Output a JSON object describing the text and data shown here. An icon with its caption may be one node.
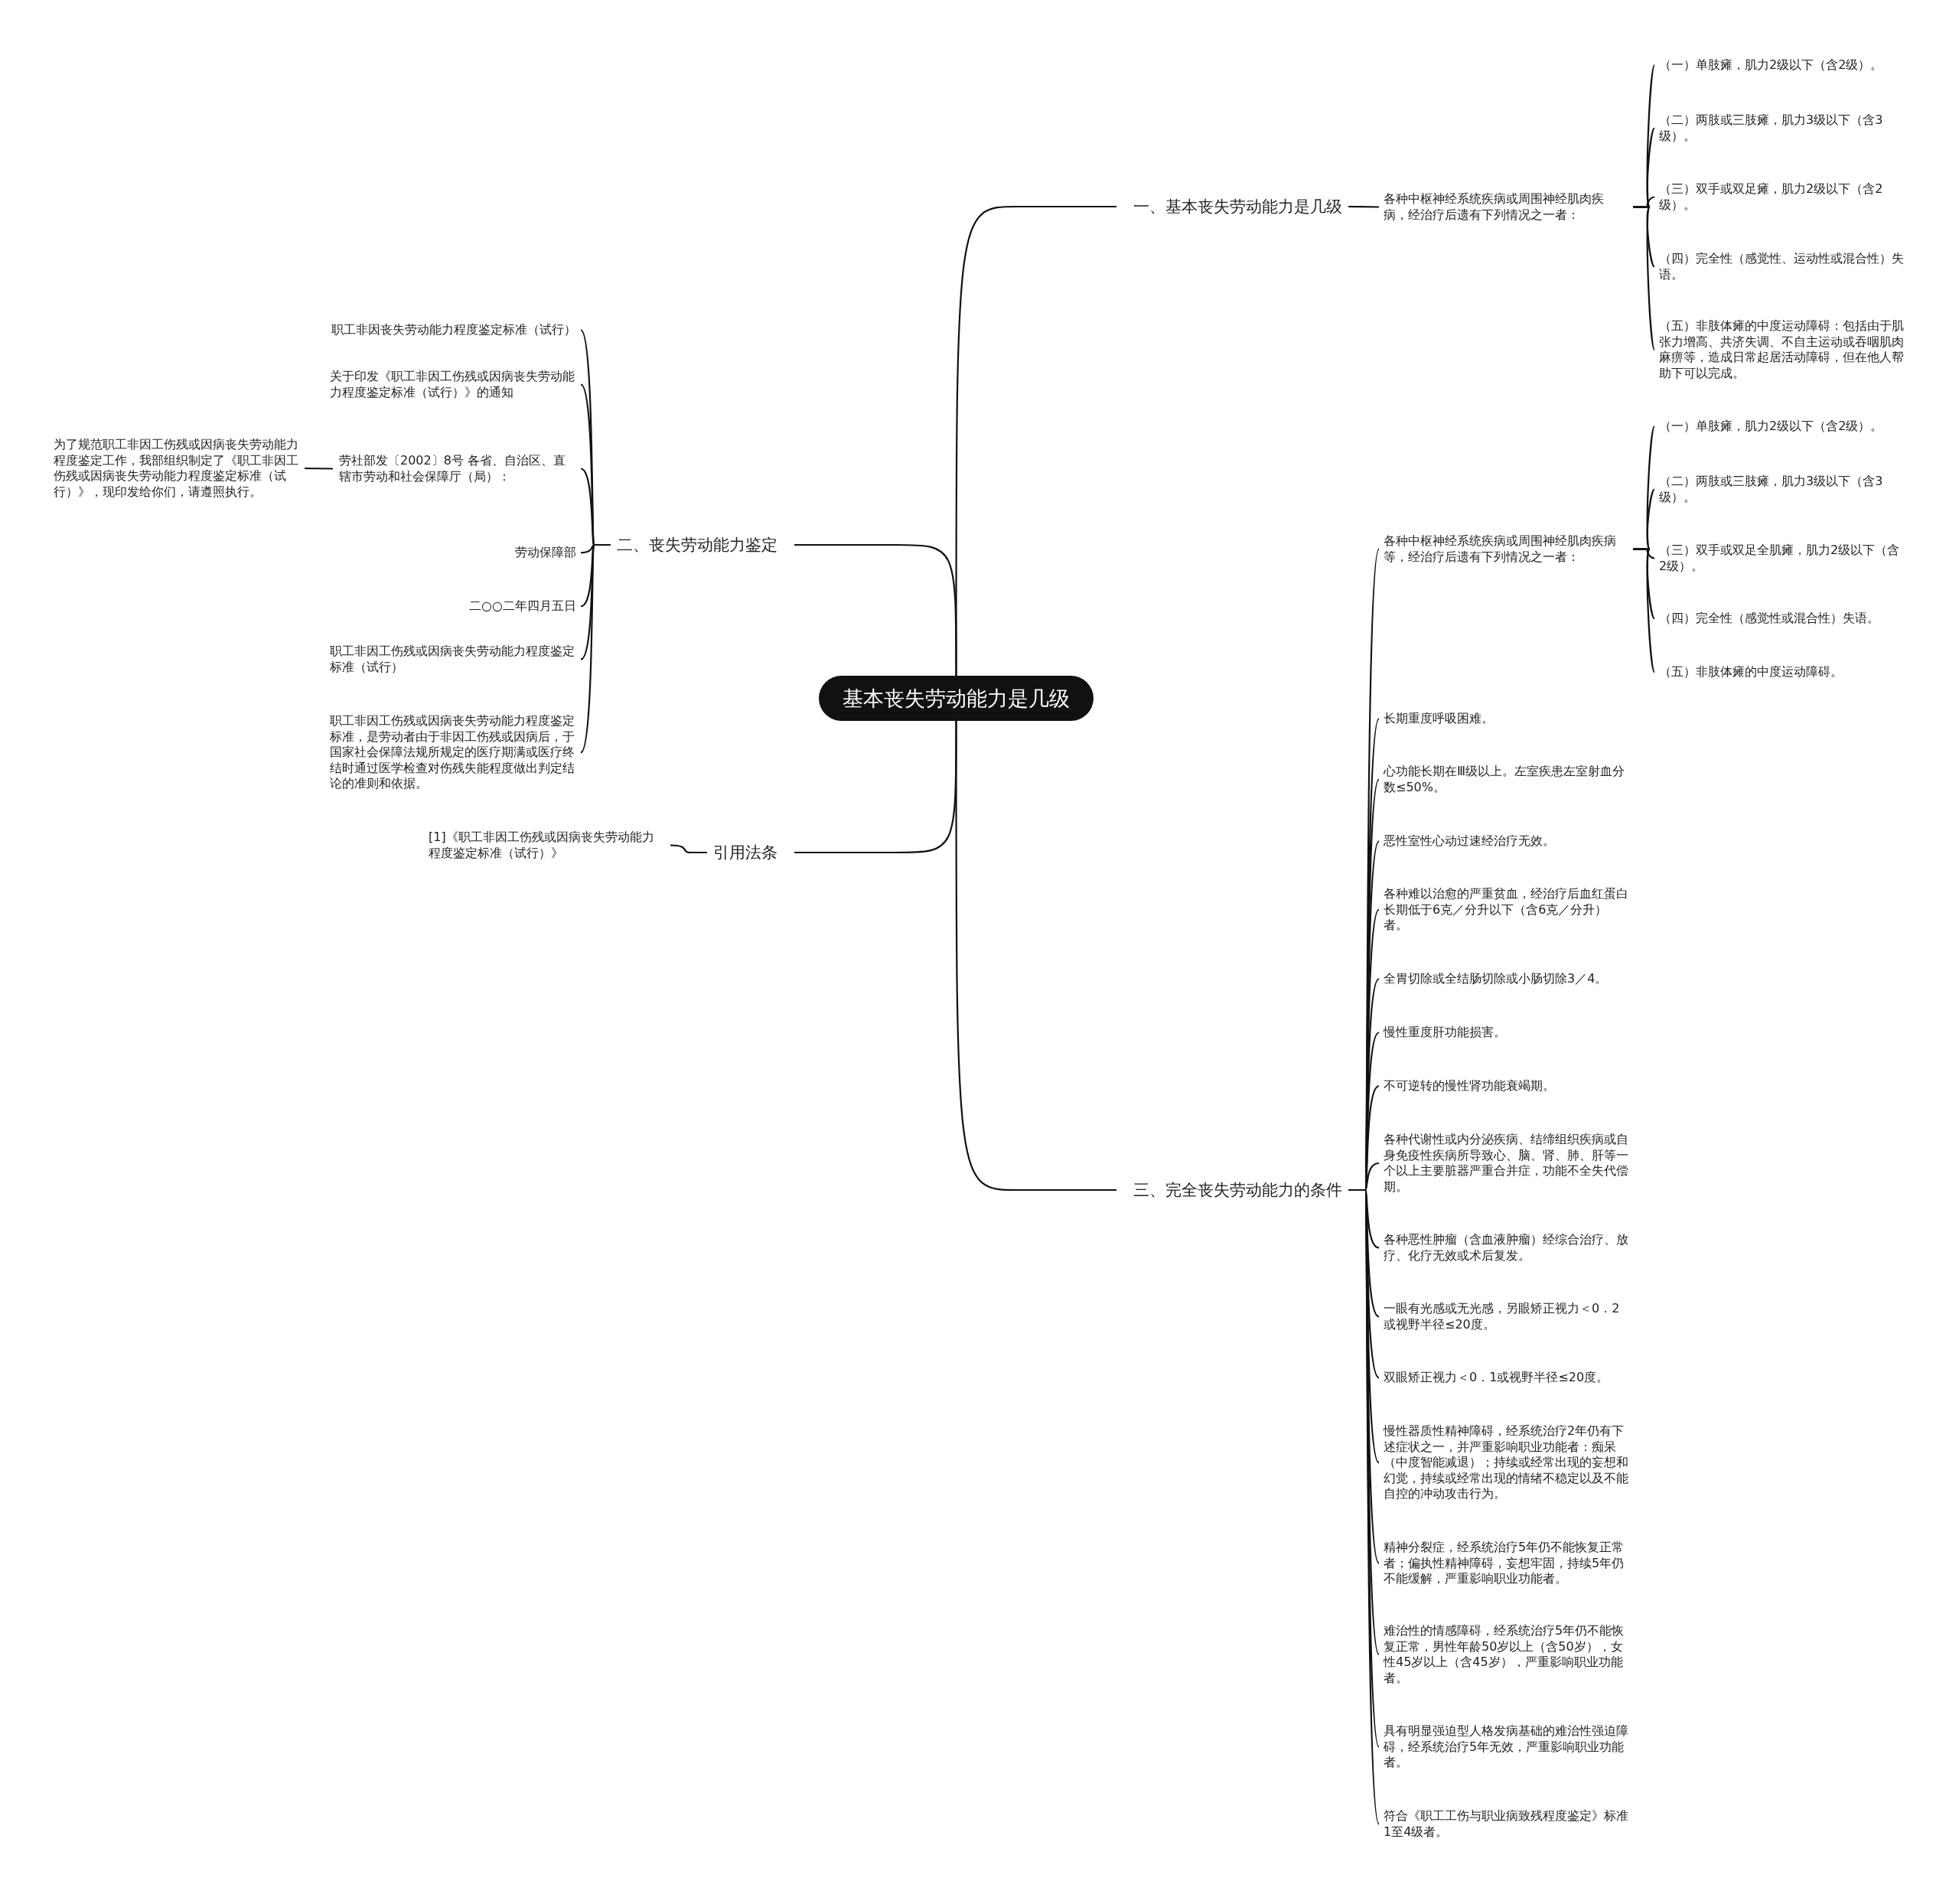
{
  "diagram": {
    "nodes": [
      {
        "text": [
          "基本丧失劳动能力是几级"
        ]
      },
      {
        "text": [
          "一、基本丧失劳动能力是几级"
        ]
      },
      {
        "text": [
          "各种中枢神经系统疾病或周围神经肌肉疾病，经治疗后遗有下列情况之一者："
        ]
      },
      {
        "text": [
          "（一）单肢瘫，肌力2级以下（含2级）。"
        ]
      },
      {
        "text": [
          "（二）两肢或三肢瘫，肌力3级以下（含3级）。"
        ]
      },
      {
        "text": [
          "（三）双手或双足瘫，肌力2级以下（含2级）。"
        ]
      },
      {
        "text": [
          "（四）完全性（感觉性、运动性或混合性）失语。"
        ]
      },
      {
        "text": [
          "（五）非肢体瘫的中度运动障碍：包括由于肌张力增高、共济失调、不自主运动或吞咽肌肉麻痹等，造成日常起居活动障碍，但在他人帮助下可以完成。"
        ]
      },
      {
        "text": [
          "三、完全丧失劳动能力的条件"
        ]
      },
      {
        "text": [
          "各种中枢神经系统疾病或周围神经肌肉疾病等，经治疗后遗有下列情况之一者："
        ]
      },
      {
        "text": [
          "（一）单肢瘫，肌力2级以下（含2级）。"
        ]
      },
      {
        "text": [
          "（二）两肢或三肢瘫，肌力3级以下（含3级）。"
        ]
      },
      {
        "text": [
          "（三）双手或双足全肌瘫，肌力2级以下（含2级）。"
        ]
      },
      {
        "text": [
          "（四）完全性（感觉性或混合性）失语。"
        ]
      },
      {
        "text": [
          "（五）非肢体瘫的中度运动障碍。"
        ]
      },
      {
        "text": [
          "长期重度呼吸困难。"
        ]
      },
      {
        "text": [
          "心功能长期在Ⅲ级以上。左室疾患左室射血分数≤50%。"
        ]
      },
      {
        "text": [
          "恶性室性心动过速经治疗无效。"
        ]
      },
      {
        "text": [
          "各种难以治愈的严重贫血，经治疗后血红蛋白长期低于6克／分升以下（含6克／分升）者。"
        ]
      },
      {
        "text": [
          "全胃切除或全结肠切除或小肠切除3／4。"
        ]
      },
      {
        "text": [
          "慢性重度肝功能损害。"
        ]
      },
      {
        "text": [
          "不可逆转的慢性肾功能衰竭期。"
        ]
      },
      {
        "text": [
          "各种代谢性或内分泌疾病、结缔组织疾病或自身免疫性疾病所导致心、脑、肾、肺、肝等一个以上主要脏器严重合并症，功能不全失代偿期。"
        ]
      },
      {
        "text": [
          "各种恶性肿瘤（含血液肿瘤）经综合治疗、放疗、化疗无效或术后复发。"
        ]
      },
      {
        "text": [
          "一眼有光感或无光感，另眼矫正视力＜0．2或视野半径≤20度。"
        ]
      },
      {
        "text": [
          "双眼矫正视力＜0．1或视野半径≤20度。"
        ]
      },
      {
        "text": [
          "慢性器质性精神障碍，经系统治疗2年仍有下述症状之一，并严重影响职业功能者：痴呆（中度智能减退）；持续或经常出现的妄想和幻觉，持续或经常出现的情绪不稳定以及不能自控的冲动攻击行为。"
        ]
      },
      {
        "text": [
          "精神分裂症，经系统治疗5年仍不能恢复正常者；偏执性精神障碍，妄想牢固，持续5年仍不能缓解，严重影响职业功能者。"
        ]
      },
      {
        "text": [
          "难治性的情感障碍，经系统治疗5年仍不能恢复正常，男性年龄50岁以上（含50岁），女性45岁以上（含45岁），严重影响职业功能者。"
        ]
      },
      {
        "text": [
          "具有明显强迫型人格发病基础的难治性强迫障碍，经系统治疗5年无效，严重影响职业功能者。"
        ]
      },
      {
        "text": [
          "符合《职工工伤与职业病致残程度鉴定》标准1至4级者。"
        ]
      },
      {
        "text": [
          "二、丧失劳动能力鉴定"
        ]
      },
      {
        "text": [
          "职工非因丧失劳动能力程度鉴定标准（试行）"
        ]
      },
      {
        "text": [
          "关于印发《职工非因工伤残或因病丧失劳动能力程度鉴定标准（试行）》的通知"
        ]
      },
      {
        "text": [
          "劳社部发〔2002〕8号 各省、自治区、直辖市劳动和社会保障厅（局）："
        ]
      },
      {
        "text": [
          "为了规范职工非因工伤残或因病丧失劳动能力程度鉴定工作，我部组织制定了《职工非因工伤残或因病丧失劳动能力程度鉴定标准（试行）》，现印发给你们，请遵照执行。"
        ]
      },
      {
        "text": [
          "劳动保障部"
        ]
      },
      {
        "text": [
          "二○○二年四月五日"
        ]
      },
      {
        "text": [
          "职工非因工伤残或因病丧失劳动能力程度鉴定标准（试行）"
        ]
      },
      {
        "text": [
          "职工非因工伤残或因病丧失劳动能力程度鉴定标准，是劳动者由于非因工伤残或因病后，于国家社会保障法规所规定的医疗期满或医疗终结时通过医学检查对伤残失能程度做出判定结论的准则和依据。"
        ]
      },
      {
        "text": [
          "引用法条"
        ]
      },
      {
        "text": [
          "[1]《职工非因工伤残或因病丧失劳动能力程度鉴定标准（试行）》"
        ]
      }
    ],
    "edges": [
      {
        "from": 0,
        "to": 1,
        "arrow": "none"
      },
      {
        "from": 0,
        "to": 8,
        "arrow": "none"
      },
      {
        "from": 0,
        "to": 31,
        "arrow": "none"
      },
      {
        "from": 0,
        "to": 40,
        "arrow": "none"
      },
      {
        "from": 1,
        "to": 2,
        "arrow": "none"
      },
      {
        "from": 2,
        "to": 3,
        "arrow": "none"
      },
      {
        "from": 2,
        "to": 4,
        "arrow": "none"
      },
      {
        "from": 2,
        "to": 5,
        "arrow": "none"
      },
      {
        "from": 2,
        "to": 6,
        "arrow": "none"
      },
      {
        "from": 2,
        "to": 7,
        "arrow": "none"
      },
      {
        "from": 8,
        "to": 9,
        "arrow": "none"
      },
      {
        "from": 9,
        "to": 10,
        "arrow": "none"
      },
      {
        "from": 9,
        "to": 11,
        "arrow": "none"
      },
      {
        "from": 9,
        "to": 12,
        "arrow": "none"
      },
      {
        "from": 9,
        "to": 13,
        "arrow": "none"
      },
      {
        "from": 9,
        "to": 14,
        "arrow": "none"
      },
      {
        "from": 8,
        "to": 15,
        "arrow": "none"
      },
      {
        "from": 8,
        "to": 16,
        "arrow": "none"
      },
      {
        "from": 8,
        "to": 17,
        "arrow": "none"
      },
      {
        "from": 8,
        "to": 18,
        "arrow": "none"
      },
      {
        "from": 8,
        "to": 19,
        "arrow": "none"
      },
      {
        "from": 8,
        "to": 20,
        "arrow": "none"
      },
      {
        "from": 8,
        "to": 21,
        "arrow": "none"
      },
      {
        "from": 8,
        "to": 22,
        "arrow": "none"
      },
      {
        "from": 8,
        "to": 23,
        "arrow": "none"
      },
      {
        "from": 8,
        "to": 24,
        "arrow": "none"
      },
      {
        "from": 8,
        "to": 25,
        "arrow": "none"
      },
      {
        "from": 8,
        "to": 26,
        "arrow": "none"
      },
      {
        "from": 8,
        "to": 27,
        "arrow": "none"
      },
      {
        "from": 8,
        "to": 28,
        "arrow": "none"
      },
      {
        "from": 8,
        "to": 29,
        "arrow": "none"
      },
      {
        "from": 8,
        "to": 30,
        "arrow": "none"
      },
      {
        "from": 31,
        "to": 32,
        "arrow": "none"
      },
      {
        "from": 31,
        "to": 33,
        "arrow": "none"
      },
      {
        "from": 31,
        "to": 34,
        "arrow": "none"
      },
      {
        "from": 34,
        "to": 35,
        "arrow": "none"
      },
      {
        "from": 31,
        "to": 36,
        "arrow": "none"
      },
      {
        "from": 31,
        "to": 37,
        "arrow": "none"
      },
      {
        "from": 31,
        "to": 38,
        "arrow": "none"
      },
      {
        "from": 31,
        "to": 39,
        "arrow": "none"
      },
      {
        "from": 40,
        "to": 41,
        "arrow": "none"
      }
    ]
  }
}
